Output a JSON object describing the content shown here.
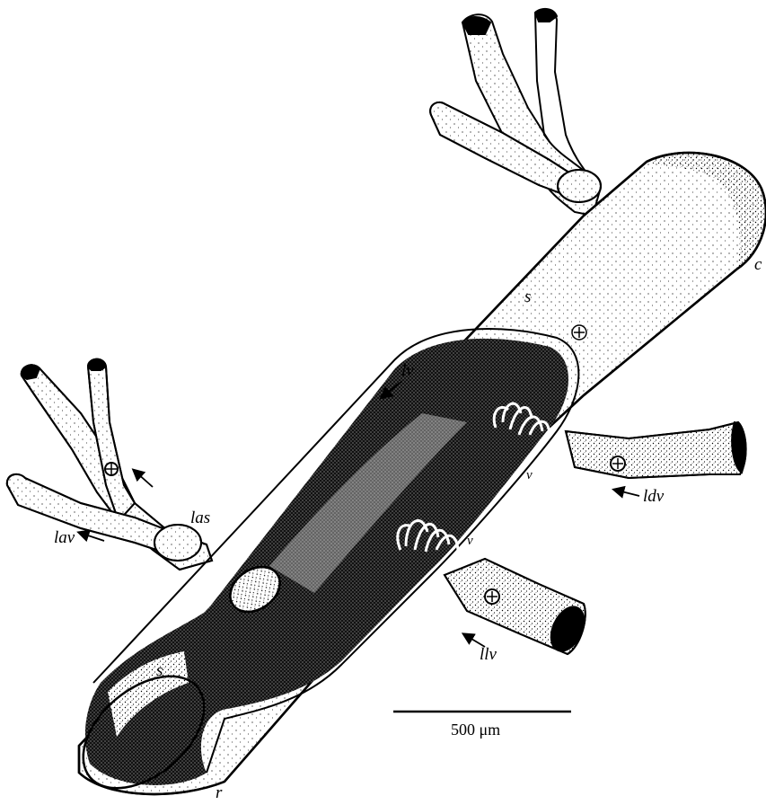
{
  "labels": {
    "c": "c",
    "s_upper": "s",
    "s_lower": "s",
    "lv": "lv",
    "las": "las",
    "lav": "lav",
    "ldv": "ldv",
    "llv": "llv",
    "v_upper": "v",
    "v_lower": "v",
    "r": "r"
  },
  "scale_bar": {
    "label": "500 μm"
  },
  "colors": {
    "ink": "#000000",
    "paper": "#ffffff",
    "tissue": "#f4f4f4",
    "dark_interior": "#2a2a2a"
  }
}
